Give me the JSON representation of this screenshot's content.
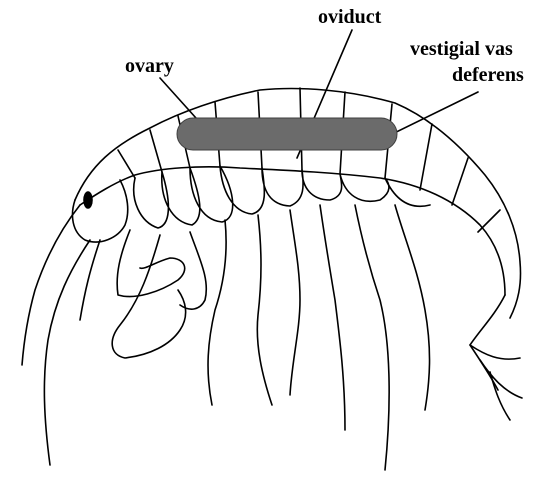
{
  "labels": {
    "ovary": "ovary",
    "oviduct": "oviduct",
    "vestigial_line1": "vestigial vas",
    "vestigial_line2": "deferens"
  },
  "colors": {
    "outline": "#000000",
    "ovary_fill": "#6b6b6b",
    "background": "#ffffff"
  }
}
